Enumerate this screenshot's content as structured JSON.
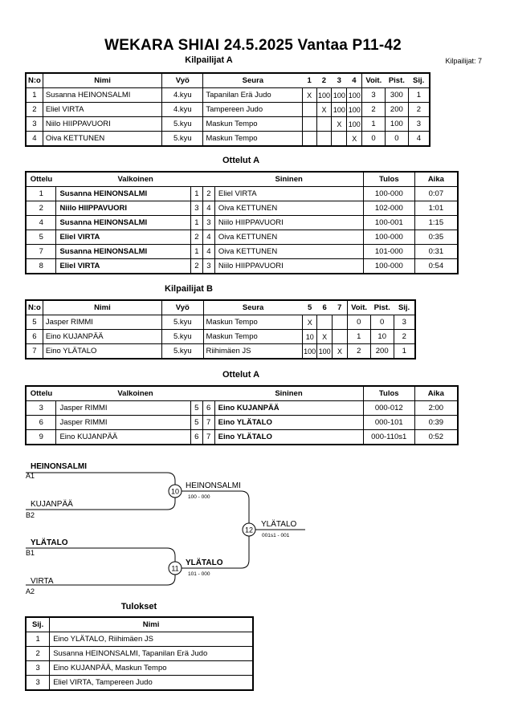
{
  "title": "WEKARA SHIAI  24.5.2025  Vantaa   P11-42",
  "competitors_a_title": "Kilpailijat A",
  "competitor_count": "Kilpailijat: 7",
  "comp_headers_a": [
    "N:o",
    "Nimi",
    "Vyö",
    "Seura",
    "1",
    "2",
    "3",
    "4",
    "Voit.",
    "Pist.",
    "Sij."
  ],
  "competitors_a": [
    {
      "no": "1",
      "name": "Susanna HEINONSALMI",
      "belt": "4.kyu",
      "club": "Tapanilan Erä Judo",
      "r": [
        "X",
        "100",
        "100",
        "100"
      ],
      "wins": "3",
      "points": "300",
      "place": "1"
    },
    {
      "no": "2",
      "name": "Eliel VIRTA",
      "belt": "4.kyu",
      "club": "Tampereen Judo",
      "r": [
        "",
        "X",
        "100",
        "100"
      ],
      "wins": "2",
      "points": "200",
      "place": "2"
    },
    {
      "no": "3",
      "name": "Niilo HIIPPAVUORI",
      "belt": "5.kyu",
      "club": "Maskun Tempo",
      "r": [
        "",
        "",
        "X",
        "100"
      ],
      "wins": "1",
      "points": "100",
      "place": "3"
    },
    {
      "no": "4",
      "name": "Oiva KETTUNEN",
      "belt": "5.kyu",
      "club": "Maskun Tempo",
      "r": [
        "",
        "",
        "",
        "X"
      ],
      "wins": "0",
      "points": "0",
      "place": "4"
    }
  ],
  "matches_a_title": "Ottelut A",
  "match_headers": [
    "Ottelu",
    "Valkoinen",
    "Sininen",
    "Tulos",
    "Aika"
  ],
  "matches_a": [
    {
      "no": "1",
      "white": "Susanna HEINONSALMI",
      "wn": "1",
      "bn": "2",
      "blue": "Eliel VIRTA",
      "result": "100-000",
      "time": "0:07",
      "winner": "white"
    },
    {
      "no": "2",
      "white": "Niilo HIIPPAVUORI",
      "wn": "3",
      "bn": "4",
      "blue": "Oiva KETTUNEN",
      "result": "102-000",
      "time": "1:01",
      "winner": "white"
    },
    {
      "no": "4",
      "white": "Susanna HEINONSALMI",
      "wn": "1",
      "bn": "3",
      "blue": "Niilo HIIPPAVUORI",
      "result": "100-001",
      "time": "1:15",
      "winner": "white"
    },
    {
      "no": "5",
      "white": "Eliel VIRTA",
      "wn": "2",
      "bn": "4",
      "blue": "Oiva KETTUNEN",
      "result": "100-000",
      "time": "0:35",
      "winner": "white"
    },
    {
      "no": "7",
      "white": "Susanna HEINONSALMI",
      "wn": "1",
      "bn": "4",
      "blue": "Oiva KETTUNEN",
      "result": "101-000",
      "time": "0:31",
      "winner": "white"
    },
    {
      "no": "8",
      "white": "Eliel VIRTA",
      "wn": "2",
      "bn": "3",
      "blue": "Niilo HIIPPAVUORI",
      "result": "100-000",
      "time": "0:54",
      "winner": "white"
    }
  ],
  "competitors_b_title": "Kilpailijat B",
  "comp_headers_b": [
    "N:o",
    "Nimi",
    "Vyö",
    "Seura",
    "5",
    "6",
    "7",
    "Voit.",
    "Pist.",
    "Sij."
  ],
  "competitors_b": [
    {
      "no": "5",
      "name": "Jasper RIMMI",
      "belt": "5.kyu",
      "club": "Maskun Tempo",
      "r": [
        "X",
        "",
        ""
      ],
      "wins": "0",
      "points": "0",
      "place": "3"
    },
    {
      "no": "6",
      "name": "Eino KUJANPÄÄ",
      "belt": "5.kyu",
      "club": "Maskun Tempo",
      "r": [
        "10",
        "X",
        ""
      ],
      "wins": "1",
      "points": "10",
      "place": "2"
    },
    {
      "no": "7",
      "name": "Eino YLÄTALO",
      "belt": "5.kyu",
      "club": "Riihimäen JS",
      "r": [
        "100",
        "100",
        "X"
      ],
      "wins": "2",
      "points": "200",
      "place": "1"
    }
  ],
  "matches_b_title": "Ottelut A",
  "matches_b": [
    {
      "no": "3",
      "white": "Jasper RIMMI",
      "wn": "5",
      "bn": "6",
      "blue": "Eino KUJANPÄÄ",
      "result": "000-012",
      "time": "2:00",
      "winner": "blue"
    },
    {
      "no": "6",
      "white": "Jasper RIMMI",
      "wn": "5",
      "bn": "7",
      "blue": "Eino YLÄTALO",
      "result": "000-101",
      "time": "0:39",
      "winner": "blue"
    },
    {
      "no": "9",
      "white": "Eino KUJANPÄÄ",
      "wn": "6",
      "bn": "7",
      "blue": "Eino YLÄTALO",
      "result": "000-110s1",
      "time": "0:52",
      "winner": "blue"
    }
  ],
  "bracket": {
    "a1_name": "HEINONSALMI",
    "a1_seed": "A1",
    "b2_name": "KUJANPÄÄ",
    "b2_seed": "B2",
    "b1_name": "YLÄTALO",
    "b1_seed": "B1",
    "a2_name": "VIRTA",
    "a2_seed": "A2",
    "m10_no": "10",
    "m10_winner": "HEINONSALMI",
    "m10_score": "100 - 000",
    "m11_no": "11",
    "m11_winner": "YLÄTALO",
    "m11_score": "101 - 000",
    "m12_no": "12",
    "m12_winner": "YLÄTALO",
    "m12_score": "001s1 - 001"
  },
  "results_title": "Tulokset",
  "results_headers": [
    "Sij.",
    "Nimi"
  ],
  "results": [
    {
      "place": "1",
      "name": "Eino YLÄTALO, Riihimäen JS"
    },
    {
      "place": "2",
      "name": "Susanna HEINONSALMI, Tapanilan Erä Judo"
    },
    {
      "place": "3",
      "name": "Eino KUJANPÄÄ, Maskun Tempo"
    },
    {
      "place": "3",
      "name": "Eliel VIRTA, Tampereen Judo"
    }
  ]
}
